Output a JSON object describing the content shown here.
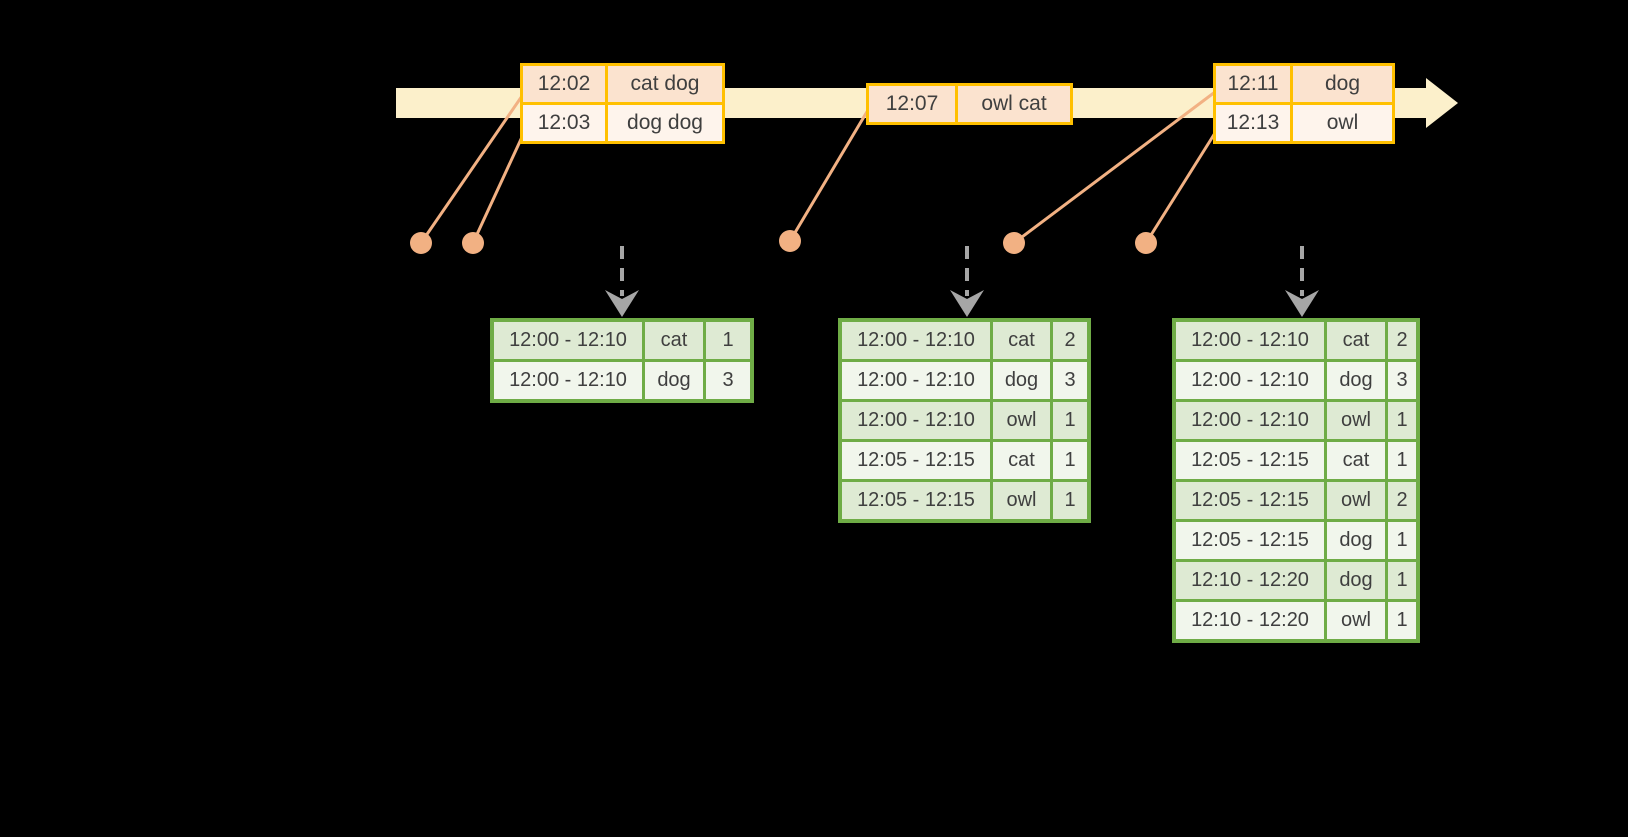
{
  "colors": {
    "background": "#000000",
    "timeline_fill": "#FCF0CB",
    "event_border": "#FFC000",
    "event_row_dark": "#FBE3CF",
    "event_row_light": "#FEF4EC",
    "marker_orange": "#F2B183",
    "trigger_arrow_gray": "#A6A6A6",
    "result_border": "#6FAC46",
    "result_row_dark": "#DEEAD3",
    "result_row_light": "#F1F6EC",
    "text": "#3F3F3F"
  },
  "event_tables": [
    {
      "rows": [
        {
          "time": "12:02",
          "words": "cat dog"
        },
        {
          "time": "12:03",
          "words": "dog dog"
        }
      ]
    },
    {
      "rows": [
        {
          "time": "12:07",
          "words": "owl cat"
        }
      ]
    },
    {
      "rows": [
        {
          "time": "12:11",
          "words": "dog"
        },
        {
          "time": "12:13",
          "words": "owl"
        }
      ]
    }
  ],
  "result_tables": [
    {
      "rows": [
        {
          "window": "12:00 - 12:10",
          "word": "cat",
          "count": "1"
        },
        {
          "window": "12:00 - 12:10",
          "word": "dog",
          "count": "3"
        }
      ]
    },
    {
      "rows": [
        {
          "window": "12:00 - 12:10",
          "word": "cat",
          "count": "2"
        },
        {
          "window": "12:00 - 12:10",
          "word": "dog",
          "count": "3"
        },
        {
          "window": "12:00 - 12:10",
          "word": "owl",
          "count": "1"
        },
        {
          "window": "12:05 - 12:15",
          "word": "cat",
          "count": "1"
        },
        {
          "window": "12:05 - 12:15",
          "word": "owl",
          "count": "1"
        }
      ]
    },
    {
      "rows": [
        {
          "window": "12:00 - 12:10",
          "word": "cat",
          "count": "2"
        },
        {
          "window": "12:00 - 12:10",
          "word": "dog",
          "count": "3"
        },
        {
          "window": "12:00 - 12:10",
          "word": "owl",
          "count": "1"
        },
        {
          "window": "12:05 - 12:15",
          "word": "cat",
          "count": "1"
        },
        {
          "window": "12:05 - 12:15",
          "word": "owl",
          "count": "2"
        },
        {
          "window": "12:05 - 12:15",
          "word": "dog",
          "count": "1"
        },
        {
          "window": "12:10 - 12:20",
          "word": "dog",
          "count": "1"
        },
        {
          "window": "12:10 - 12:20",
          "word": "owl",
          "count": "1"
        }
      ]
    }
  ]
}
